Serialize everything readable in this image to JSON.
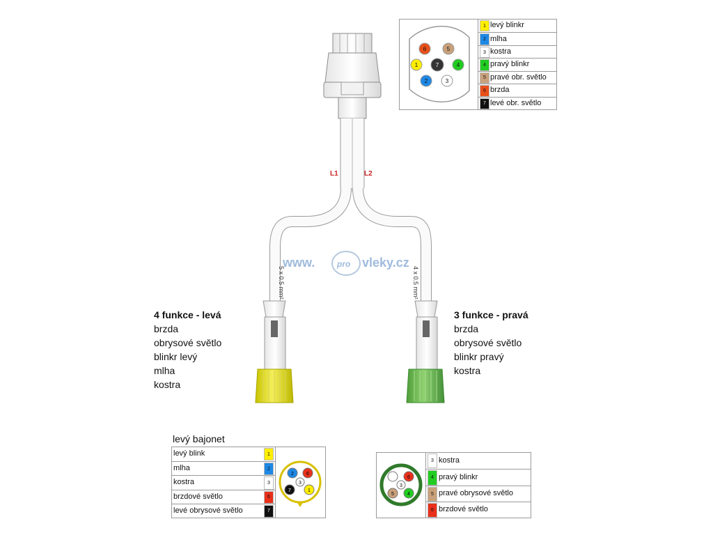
{
  "top_table": {
    "rows": [
      {
        "num": "1",
        "label": "levý blinkr",
        "color": "#ffee00"
      },
      {
        "num": "2",
        "label": "mlha",
        "color": "#1e88e5"
      },
      {
        "num": "3",
        "label": "kostra",
        "color": "#ffffff"
      },
      {
        "num": "4",
        "label": "pravý blinkr",
        "color": "#22cc22"
      },
      {
        "num": "5",
        "label": "pravé obr. světlo",
        "color": "#c8a07a"
      },
      {
        "num": "6",
        "label": "brzda",
        "color": "#e8501a"
      },
      {
        "num": "7",
        "label": "levé obr. světlo",
        "color": "#111111"
      }
    ]
  },
  "cable": {
    "left_label": "L1",
    "right_label": "L2",
    "left_wire": "5 x 0.5 mm²",
    "right_wire": "4 x 0.5 mm²",
    "watermark": {
      "pre": "www.",
      "mid": "pro",
      "post": "vleky.cz"
    }
  },
  "left_function": {
    "title": "4 funkce - levá",
    "items": [
      "brzda",
      "obrysové světlo",
      "blinkr levý",
      "mlha",
      "kostra"
    ]
  },
  "right_function": {
    "title": "3 funkce - pravá",
    "items": [
      "brzda",
      "obrysové světlo",
      "blinkr pravý",
      "kostra"
    ]
  },
  "left_bajonet": {
    "title": "levý bajonet",
    "rows": [
      {
        "num": "1",
        "label": "levý blink",
        "color": "#ffee00"
      },
      {
        "num": "2",
        "label": "mlha",
        "color": "#1e88e5"
      },
      {
        "num": "3",
        "label": "kostra",
        "color": "#ffffff"
      },
      {
        "num": "6",
        "label": "brzdové světlo",
        "color": "#e8301a"
      },
      {
        "num": "7",
        "label": "levé obrysové světlo",
        "color": "#111111"
      }
    ]
  },
  "right_bajonet": {
    "rows": [
      {
        "num": "3",
        "label": "kostra",
        "color": "#ffffff"
      },
      {
        "num": "4",
        "label": "pravý blinkr",
        "color": "#22cc22"
      },
      {
        "num": "5",
        "label": "pravé obrysové světlo",
        "color": "#c8a07a"
      },
      {
        "num": "6",
        "label": "brzdové světlo",
        "color": "#e8301a"
      }
    ]
  }
}
